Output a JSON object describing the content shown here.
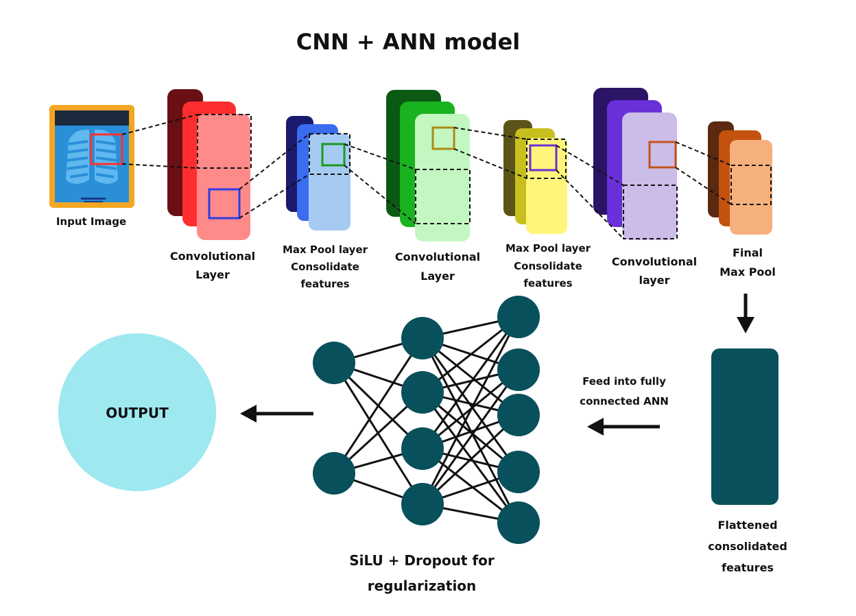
{
  "title": "CNN + ANN model",
  "labels": {
    "input": "Input Image",
    "conv1": [
      "Convolutional",
      "Layer"
    ],
    "pool1": [
      "Max Pool layer",
      "Consolidate",
      "features"
    ],
    "conv2": [
      "Convolutional",
      "Layer"
    ],
    "pool2": [
      "Max Pool layer",
      "Consolidate",
      "features"
    ],
    "conv3": [
      "Convolutional",
      "layer"
    ],
    "final": [
      "Final",
      "Max Pool"
    ],
    "flat": [
      "Flattened",
      "consolidated",
      "features"
    ],
    "feed": [
      "Feed into fully",
      "connected ANN"
    ],
    "ann": [
      "SiLU + Dropout for",
      "regularization"
    ],
    "output": "OUTPUT"
  },
  "colors": {
    "conv1": [
      "#6a0f14",
      "#ff2e2e",
      "#ff8a8a"
    ],
    "pool1": [
      "#1a1a6e",
      "#3a6cf0",
      "#a6cbf2"
    ],
    "conv2": [
      "#0b5a14",
      "#19b31f",
      "#c2f7c2"
    ],
    "pool2": [
      "#5a5418",
      "#c7bf1e",
      "#fff57a"
    ],
    "conv3": [
      "#2b1466",
      "#6930d9",
      "#cbbde8"
    ],
    "final": [
      "#5a2a10",
      "#c4520f",
      "#f5b07c"
    ],
    "ann_node": "#08505c",
    "output": "#9ee8f0",
    "flat": "#08505c"
  },
  "icons": [
    "chest-xray-icon",
    "arrow-down-icon",
    "arrow-left-icon"
  ]
}
